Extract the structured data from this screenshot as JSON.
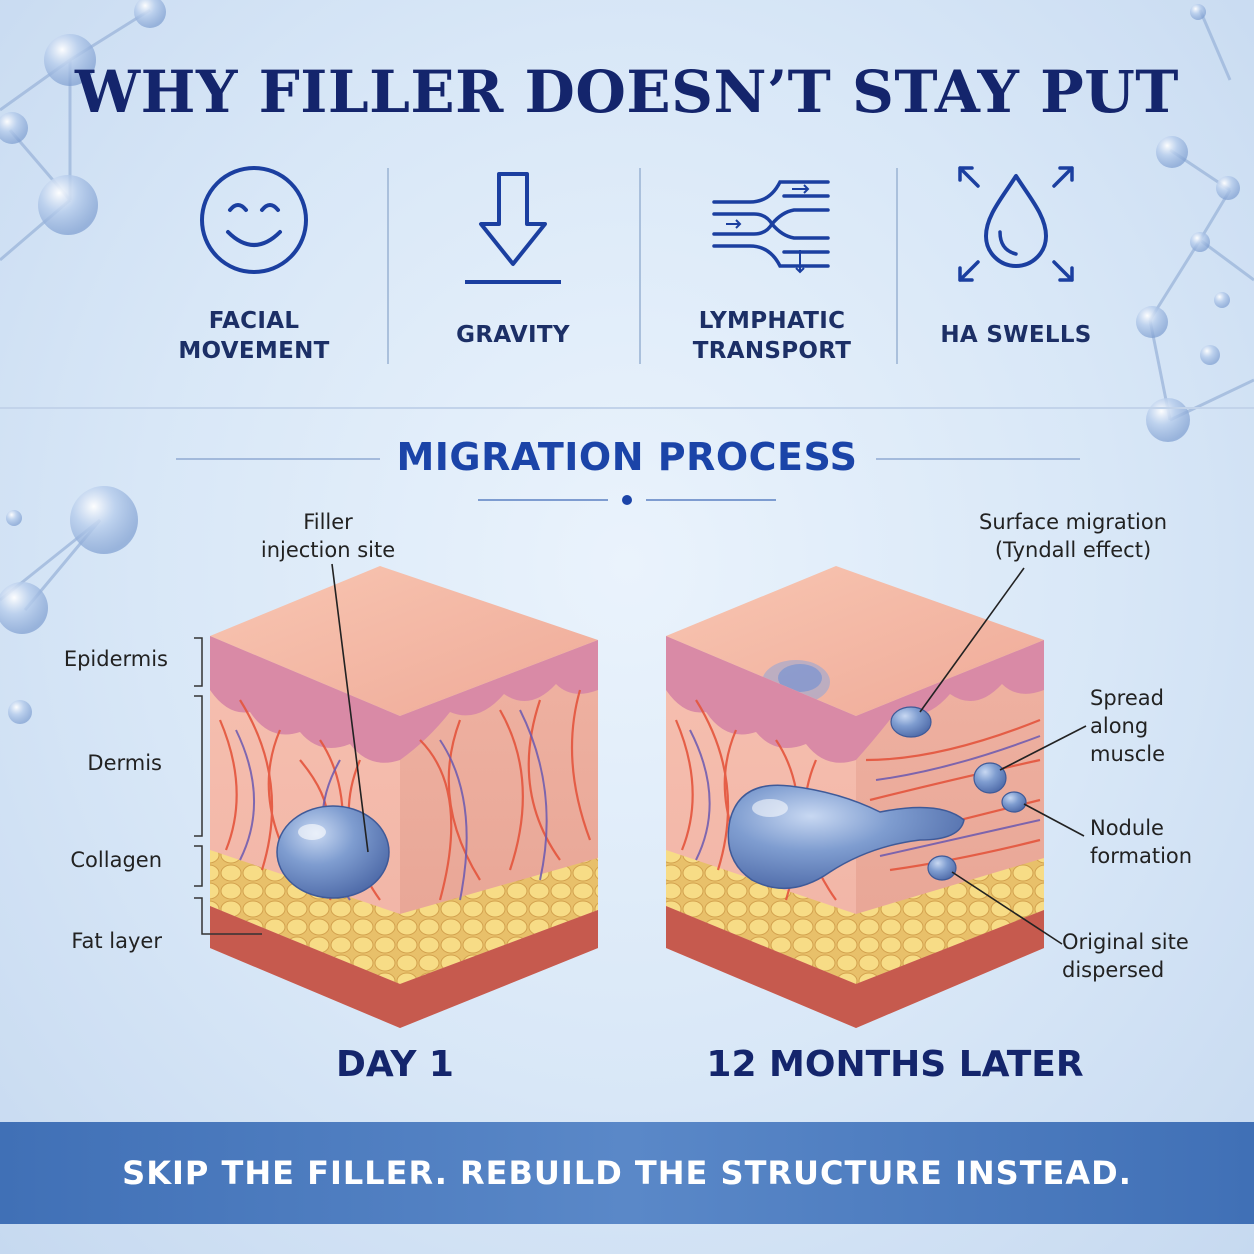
{
  "title": "WHY FILLER DOESN’T STAY PUT",
  "factors": [
    {
      "label": "FACIAL\nMOVEMENT",
      "icon": "smile-icon"
    },
    {
      "label": "GRAVITY",
      "icon": "arrow-down-icon"
    },
    {
      "label": "LYMPHATIC\nTRANSPORT",
      "icon": "lymph-flow-icon"
    },
    {
      "label": "HA SWELLS",
      "icon": "drop-expand-icon"
    }
  ],
  "section_title": "MIGRATION PROCESS",
  "layers": {
    "epidermis": "Epidermis",
    "dermis": "Dermis",
    "collagen": "Collagen",
    "fat": "Fat layer"
  },
  "day1": {
    "label": "DAY 1",
    "annotation": "Filler\ninjection site"
  },
  "later": {
    "label": "12 MONTHS LATER",
    "annotations": {
      "surface": "Surface migration\n(Tyndall effect)",
      "spread": "Spread\nalong\nmuscle",
      "nodule": "Nodule\nformation",
      "original": "Original site\ndispersed"
    }
  },
  "banner": "SKIP THE FILLER. REBUILD THE STRUCTURE INSTEAD.",
  "colors": {
    "navy": "#14256c",
    "accent_blue": "#1b44a8",
    "banner": "#4a7ac0",
    "skin": "#f2b8a8",
    "dermis_pink": "#d97fa0",
    "fat_yellow": "#f4d77a",
    "muscle_red": "#c85a50",
    "filler_blue": "#6f8fc8"
  }
}
